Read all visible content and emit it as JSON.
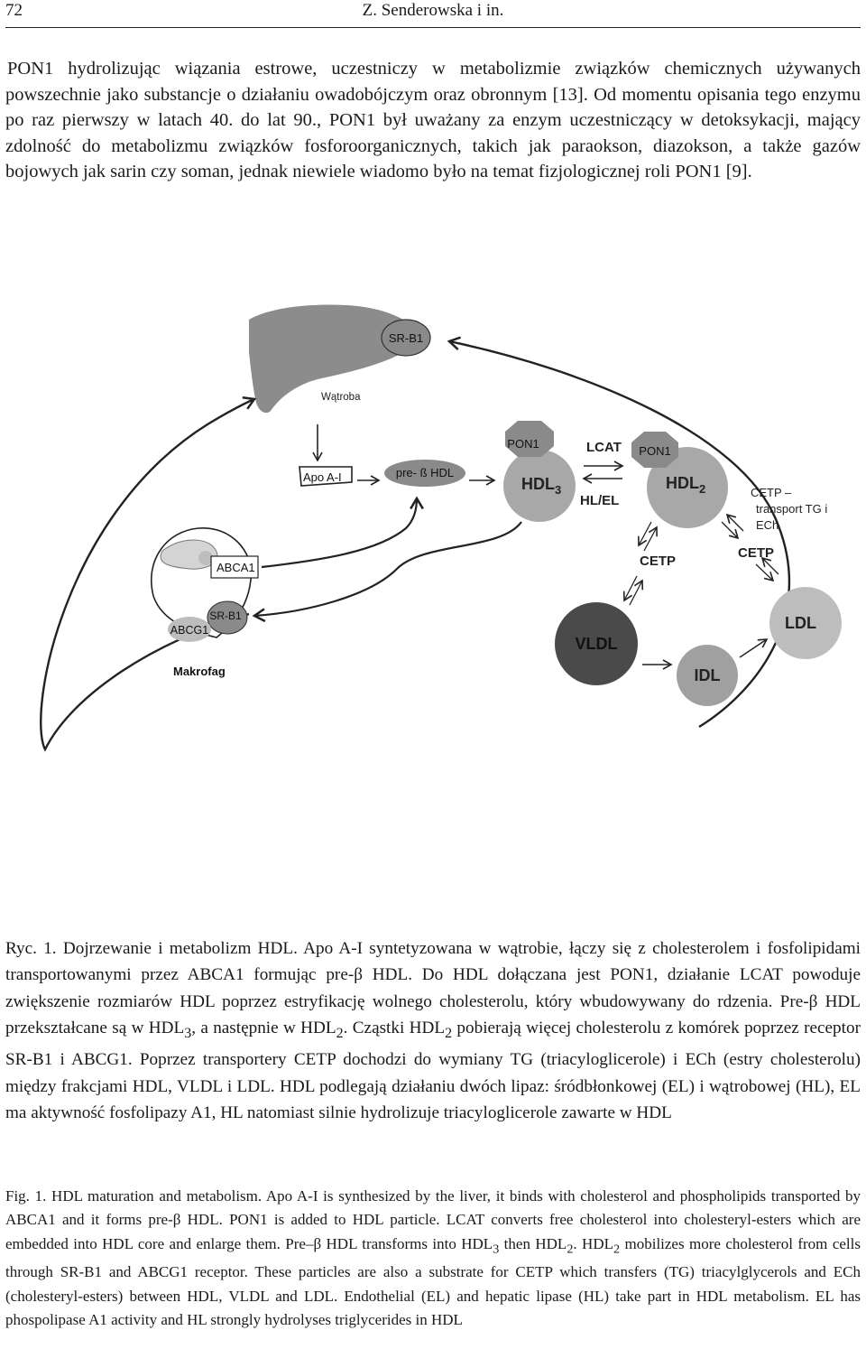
{
  "header": {
    "page_number": "72",
    "running_head": "Z. Senderowska i in."
  },
  "intro_paragraph": "PON1 hydrolizując wiązania estrowe, uczestniczy w metabolizmie związków chemicznych używanych powszechnie jako substancje o działaniu owadobójczym oraz obronnym [13]. Od momentu opisania tego enzymu po raz pierwszy w latach 40. do lat 90., PON1 był uważany za enzym uczestniczący w detoksykacji, mający zdolność do metabolizmu związków fosforoorganicznych, takich jak paraokson, diazokson, a także gazów bojowych jak sarin czy soman, jednak niewiele wiadomo było na temat fizjologicznej roli PON1 [9].",
  "diagram": {
    "liver_label": "Wątroba",
    "liver_receptor": "SR-B1",
    "apoa1": "Apo A-I",
    "pre_beta_hdl": "pre- ß HDL",
    "pon1_left": "PON1",
    "pon1_right": "PON1",
    "hdl3": "HDL",
    "hdl3_sub": "3",
    "hdl2": "HDL",
    "hdl2_sub": "2",
    "lcat": "LCAT",
    "hl_el": "HL/EL",
    "cetp_note_1": "CETP –",
    "cetp_note_2": "transport TG i",
    "cetp_note_3": "ECh",
    "cetp_mid": "CETP",
    "cetp_right": "CETP",
    "abca1": "ABCA1",
    "abcg1": "ABCG1",
    "macro_receptor": "SR-B1",
    "macrophage_label": "Makrofag",
    "vldl": "VLDL",
    "idl": "IDL",
    "ldl": "LDL",
    "colors": {
      "liver": "#8c8c8c",
      "hdl": "#a8a8a8",
      "pon1": "#8a8a8a",
      "vldl": "#4a4a4a",
      "ldl": "#bdbdbd"
    }
  },
  "caption_pl": {
    "lead": "Ryc. 1. Dojrzewanie i metabolizm HDL. Apo A-I syntetyzowana w wątrobie, łączy się z cholesterolem i fosfolipidami transportowanymi przez ABCA1 formując pre-β HDL. Do HDL dołączana jest PON1, działanie LCAT powoduje zwiększenie rozmiarów HDL poprzez estryfikację wolnego cholesterolu, który wbudowywany do rdzenia. Pre-β HDL przekształcane są w HDL",
    "sub_a": "3",
    "mid_a": ", a następnie w HDL",
    "sub_b": "2",
    "mid_b": ". Cząstki HDL",
    "sub_c": "2",
    "tail": " pobierają więcej cholesterolu z komórek poprzez receptor SR-B1 i ABCG1. Poprzez transportery CETP dochodzi do wymiany TG (triacyloglicerole) i ECh (estry cholesterolu) między frakcjami HDL, VLDL i LDL. HDL podlegają działaniu dwóch lipaz: śródbłonkowej (EL) i wątrobowej (HL), EL ma aktywność fosfolipazy A1, HL natomiast silnie hydrolizuje triacyloglicerole zawarte w HDL"
  },
  "caption_en": {
    "lead": "Fig. 1. HDL maturation and metabolism. Apo A-I is synthesized by the liver, it binds with cholesterol and phospholipids transported by ABCA1 and it forms pre-β HDL. PON1 is added to HDL particle. LCAT converts free cholesterol into cholesteryl-esters which are embedded into HDL core and enlarge them. Pre–β HDL transforms into HDL",
    "sub_a": "3",
    "mid_a": " then HDL",
    "sub_b": "2",
    "mid_b": ". HDL",
    "sub_c": "2",
    "tail": " mobilizes more cholesterol from cells through SR-B1 and ABCG1 receptor. These particles are also a substrate for CETP which transfers (TG) triacylglycerols and ECh (cholesteryl-esters) between HDL, VLDL and LDL. Endothelial (EL) and hepatic lipase (HL) take part in HDL metabolism. EL has phospolipase A1 activity and HL strongly hydrolyses triglycerides in HDL"
  }
}
